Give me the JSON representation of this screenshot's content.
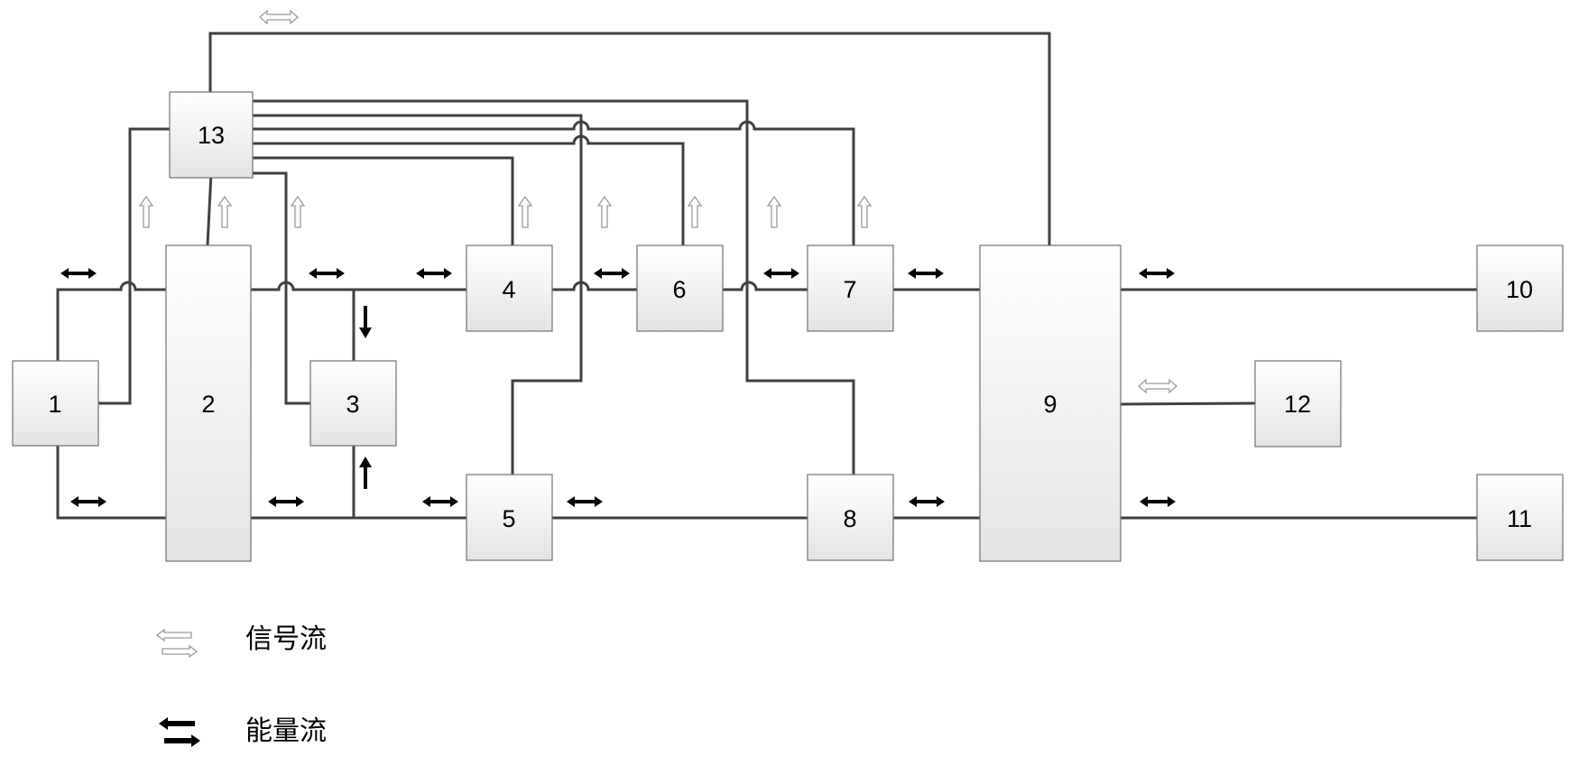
{
  "blocks": [
    {
      "id": "1",
      "label": "1"
    },
    {
      "id": "2",
      "label": "2"
    },
    {
      "id": "3",
      "label": "3"
    },
    {
      "id": "4",
      "label": "4"
    },
    {
      "id": "5",
      "label": "5"
    },
    {
      "id": "6",
      "label": "6"
    },
    {
      "id": "7",
      "label": "7"
    },
    {
      "id": "8",
      "label": "8"
    },
    {
      "id": "9",
      "label": "9"
    },
    {
      "id": "10",
      "label": "10"
    },
    {
      "id": "11",
      "label": "11"
    },
    {
      "id": "12",
      "label": "12"
    },
    {
      "id": "13",
      "label": "13"
    }
  ],
  "legend": {
    "signal_flow": "信号流",
    "energy_flow": "能量流"
  },
  "colors": {
    "box_fill_top": "#ffffff",
    "box_fill_bottom": "#e4e4e4",
    "box_stroke": "#707070",
    "line": "#404040",
    "energy_arrow": "#000000",
    "signal_arrow": "#9a9a9a"
  }
}
